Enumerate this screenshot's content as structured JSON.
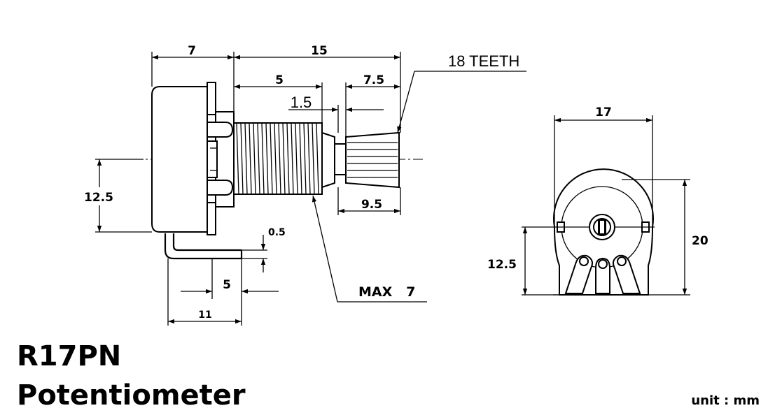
{
  "title": {
    "model": "R17PN",
    "subtitle": "Potentiometer",
    "unit": "unit : mm"
  },
  "side_view": {
    "dim_body_depth": "7",
    "dim_total_shaft": "15",
    "dim_thread_length": "5",
    "dim_knurl_length": "7.5",
    "dim_collar": "1.5",
    "dim_shaft_tip": "9.5",
    "dim_height": "12.5",
    "dim_terminal_thickness": "0.5",
    "dim_terminal_offset": "5",
    "dim_terminal_length": "11",
    "note_teeth": "18 TEETH",
    "note_thread": "MAX   7"
  },
  "front_view": {
    "dim_width": "17",
    "dim_height": "20",
    "dim_mount_height": "12.5"
  }
}
